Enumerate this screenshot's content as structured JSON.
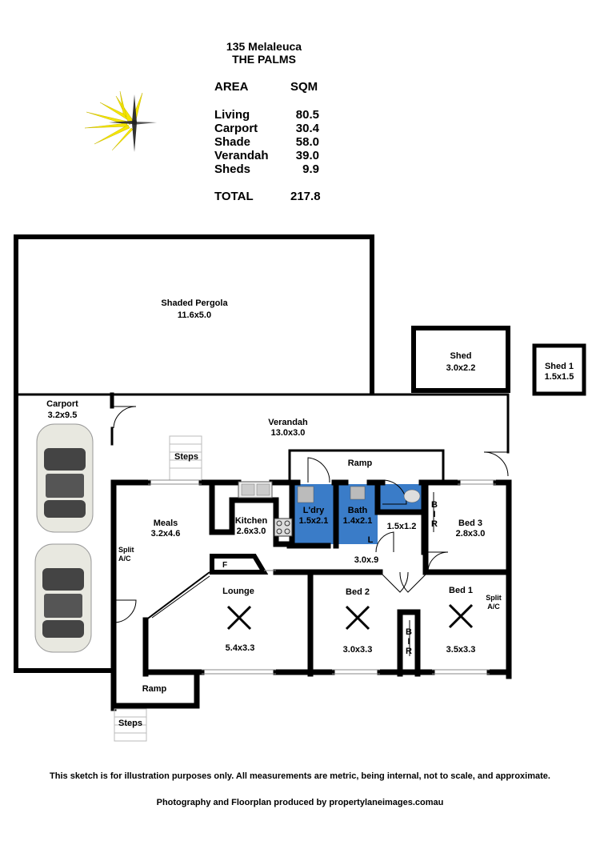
{
  "header": {
    "address_line1": "135 Melaleuca",
    "address_line2": "THE PALMS"
  },
  "area_table": {
    "col_area": "AREA",
    "col_sqm": "SQM",
    "rows": [
      {
        "name": "Living",
        "sqm": "80.5"
      },
      {
        "name": "Carport",
        "sqm": "30.4"
      },
      {
        "name": "Shade",
        "sqm": "58.0"
      },
      {
        "name": "Verandah",
        "sqm": "39.0"
      },
      {
        "name": "Sheds",
        "sqm": "9.9"
      }
    ],
    "total_label": "TOTAL",
    "total_value": "217.8"
  },
  "rooms": {
    "pergola": {
      "name": "Shaded Pergola",
      "dim": "11.6x5.0"
    },
    "shed": {
      "name": "Shed",
      "dim": "3.0x2.2"
    },
    "shed1": {
      "name": "Shed 1",
      "dim": "1.5x1.5"
    },
    "carport": {
      "name": "Carport",
      "dim": "3.2x9.5"
    },
    "verandah": {
      "name": "Verandah",
      "dim": "13.0x3.0"
    },
    "steps_top": {
      "name": "Steps"
    },
    "ramp_top": {
      "name": "Ramp"
    },
    "meals": {
      "name": "Meals",
      "dim": "3.2x4.6"
    },
    "kitchen": {
      "name": "Kitchen",
      "dim": "2.6x3.0"
    },
    "laundry": {
      "name": "L'dry",
      "dim": "1.5x2.1"
    },
    "bath": {
      "name": "Bath",
      "dim": "1.4x2.1"
    },
    "wc": {
      "dim": "1.5x1.2"
    },
    "linen": {
      "name": "L"
    },
    "hall": {
      "dim": "3.0x.9"
    },
    "bir_top": {
      "name": [
        "B",
        "I",
        "R"
      ]
    },
    "bed3": {
      "name": "Bed 3",
      "dim": "2.8x3.0"
    },
    "split_ac_left": {
      "line1": "Split",
      "line2": "A/C"
    },
    "fireplace": {
      "name": "F"
    },
    "lounge": {
      "name": "Lounge",
      "dim": "5.4x3.3"
    },
    "bed2": {
      "name": "Bed 2",
      "dim": "3.0x3.3"
    },
    "bed1": {
      "name": "Bed 1",
      "dim": "3.5x3.3"
    },
    "split_ac_right": {
      "line1": "Split",
      "line2": "A/C"
    },
    "bir_bottom": {
      "name": [
        "B",
        "I",
        "R"
      ]
    },
    "ramp_bottom": {
      "name": "Ramp"
    },
    "steps_bottom": {
      "name": "Steps"
    }
  },
  "footer": {
    "disclaimer": "This sketch is for illustration purposes only.  All measurements are metric, being internal, not to scale, and approximate.",
    "credit": "Photography and Floorplan produced by propertylaneimages.comau"
  },
  "colors": {
    "wall": "#000000",
    "wet_area": "#3a7cc8",
    "compass_yellow": "#f5e600"
  }
}
